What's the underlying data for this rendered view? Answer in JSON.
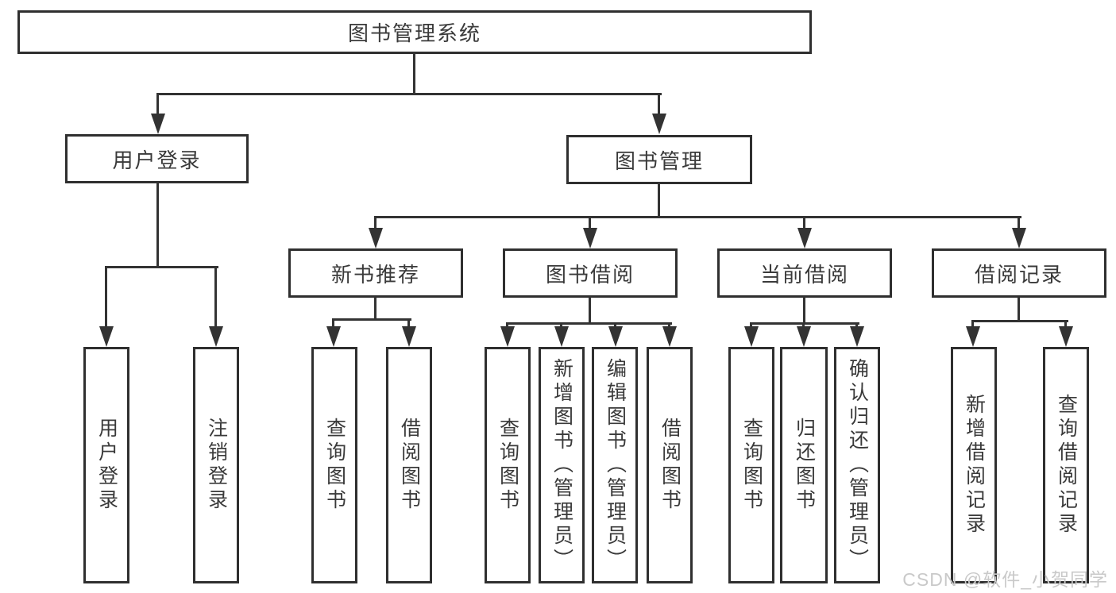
{
  "diagram": {
    "root": {
      "label": "图书管理系统"
    },
    "branches": [
      {
        "label": "用户登录",
        "children": [
          {
            "label": "用户登录"
          },
          {
            "label": "注销登录"
          }
        ]
      },
      {
        "label": "图书管理",
        "groups": [
          {
            "label": "新书推荐",
            "children": [
              {
                "label": "查询图书"
              },
              {
                "label": "借阅图书"
              }
            ]
          },
          {
            "label": "图书借阅",
            "children": [
              {
                "label": "查询图书"
              },
              {
                "label": "新增图书（管理员）"
              },
              {
                "label": "编辑图书（管理员）"
              },
              {
                "label": "借阅图书"
              }
            ]
          },
          {
            "label": "当前借阅",
            "children": [
              {
                "label": "查询图书"
              },
              {
                "label": "归还图书"
              },
              {
                "label": "确认归还（管理员）"
              }
            ]
          },
          {
            "label": "借阅记录",
            "children": [
              {
                "label": "新增借阅记录"
              },
              {
                "label": "查询借阅记录"
              }
            ]
          }
        ]
      }
    ]
  },
  "watermark": {
    "text": "CSDN @软件_小贺同学"
  },
  "colors": {
    "line": "#333333",
    "border": "#2f2f2f",
    "text": "#3a3a3a",
    "watermark": "#c9c9c9",
    "background": "#ffffff"
  }
}
